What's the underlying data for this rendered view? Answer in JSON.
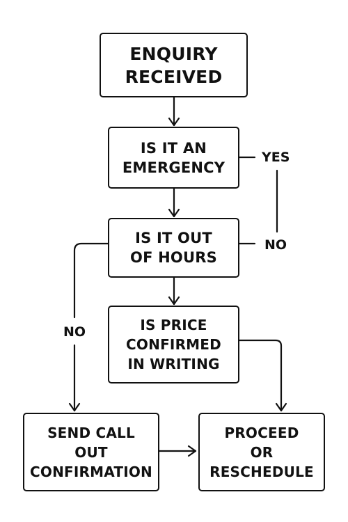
{
  "nodes": {
    "enquiry": {
      "lines": [
        "ENQUIRY",
        "RECEIVED"
      ]
    },
    "emergency": {
      "lines": [
        "IS IT AN",
        "EMERGENCY"
      ]
    },
    "out_of_hours": {
      "lines": [
        "IS IT OUT",
        "OF HOURS"
      ]
    },
    "price_confirmed": {
      "lines": [
        "IS PRICE",
        "CONFIRMED",
        "IN WRITING"
      ]
    },
    "send_callout": {
      "lines": [
        "SEND CALL",
        "OUT",
        "CONFIRMATION"
      ]
    },
    "proceed": {
      "lines": [
        "PROCEED",
        "OR",
        "RESCHEDULE"
      ]
    }
  },
  "edge_labels": {
    "yes": "YES",
    "no_right": "NO",
    "no_left": "NO"
  }
}
